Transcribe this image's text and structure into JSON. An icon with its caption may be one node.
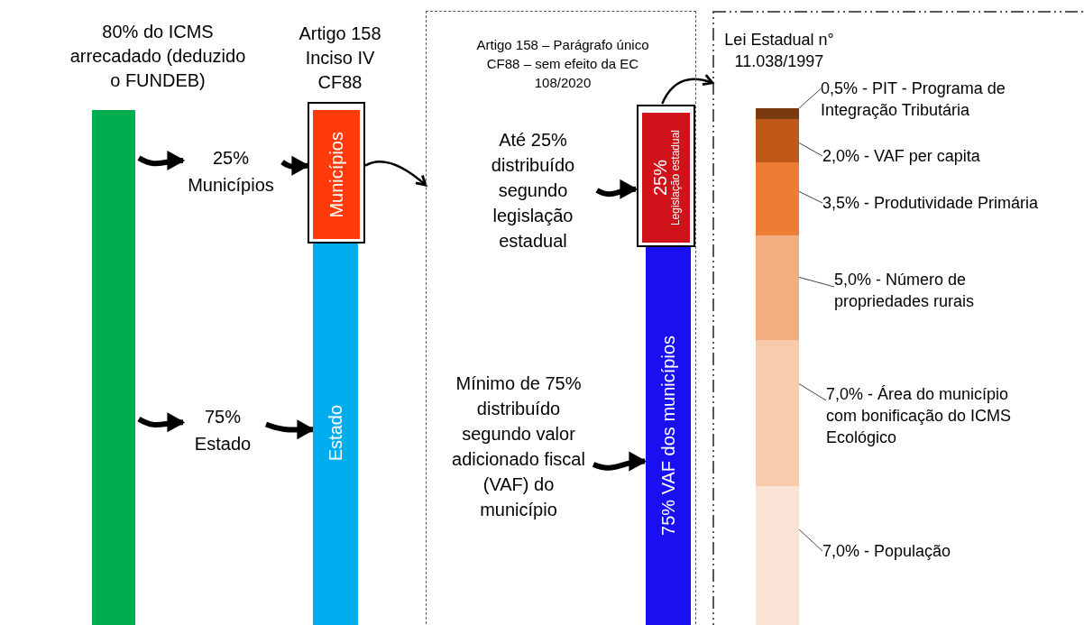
{
  "diagram": {
    "nodes": [
      {
        "text": [],
        "shape": "bar",
        "beside": [
          "80% do ICMS arrecadado (deduzido o FUNDEB)"
        ]
      },
      {
        "text": [
          "25% Municípios"
        ]
      },
      {
        "text": [
          "75% Estado"
        ]
      },
      {
        "text": [
          "Municípios"
        ],
        "beside": [
          "Artigo 158 Inciso IV CF88"
        ]
      },
      {
        "text": [
          "Estado"
        ]
      },
      {
        "text": [
          "Artigo 158 – Parágrafo único CF88 – sem efeito da EC 108/2020"
        ]
      },
      {
        "text": [
          "Até 25% distribuído segundo legislação estadual"
        ],
        "in": 5
      },
      {
        "text": [
          "Mínimo de 75% distribuído segundo valor adicionado fiscal (VAF) do município"
        ],
        "in": 5
      },
      {
        "text": [
          "25%",
          "Legislação estadual"
        ],
        "in": 5
      },
      {
        "text": [
          "75% VAF dos municípios"
        ],
        "in": 5
      },
      {
        "text": [
          "Lei Estadual n° 11.038/1997"
        ]
      },
      {
        "text": [],
        "shape": "bar",
        "in": 10
      },
      {
        "text": [],
        "shape": "bar",
        "in": 10
      },
      {
        "text": [],
        "shape": "bar",
        "in": 10
      },
      {
        "text": [],
        "shape": "bar",
        "in": 10
      },
      {
        "text": [],
        "shape": "bar",
        "in": 10
      },
      {
        "text": [],
        "shape": "bar",
        "in": 10
      },
      {
        "text": [
          "0,5% - PIT - Programa de Integração Tributária"
        ],
        "in": 10
      },
      {
        "text": [
          "2,0% - VAF per capita"
        ],
        "in": 10
      },
      {
        "text": [
          "3,5% - Produtividade Primária"
        ],
        "in": 10
      },
      {
        "text": [
          "5,0% - Número de propriedades rurais"
        ],
        "in": 10
      },
      {
        "text": [
          "7,0% - Área do município com bonificação do ICMS Ecológico"
        ],
        "in": 10
      },
      {
        "text": [
          "7,0% - População"
        ],
        "in": 10
      }
    ],
    "edges": [
      {
        "from": 0,
        "to": 1,
        "arrow": "to",
        "style": "thick"
      },
      {
        "from": 1,
        "to": 3,
        "arrow": "to",
        "style": "thick"
      },
      {
        "from": 0,
        "to": 2,
        "arrow": "to",
        "style": "thick"
      },
      {
        "from": 2,
        "to": 4,
        "arrow": "to",
        "style": "thick"
      },
      {
        "from": 3,
        "to": 5,
        "arrow": "to"
      },
      {
        "from": 6,
        "to": 8,
        "arrow": "to",
        "style": "thick"
      },
      {
        "from": 7,
        "to": 9,
        "arrow": "to",
        "style": "thick"
      },
      {
        "from": 8,
        "to": 10,
        "arrow": "to"
      },
      {
        "from": 17,
        "to": 11,
        "arrow": "none"
      },
      {
        "from": 18,
        "to": 12,
        "arrow": "none"
      },
      {
        "from": 19,
        "to": 13,
        "arrow": "none"
      },
      {
        "from": 20,
        "to": 14,
        "arrow": "none"
      },
      {
        "from": 21,
        "to": 15,
        "arrow": "none"
      },
      {
        "from": 22,
        "to": 16,
        "arrow": "none"
      }
    ]
  }
}
